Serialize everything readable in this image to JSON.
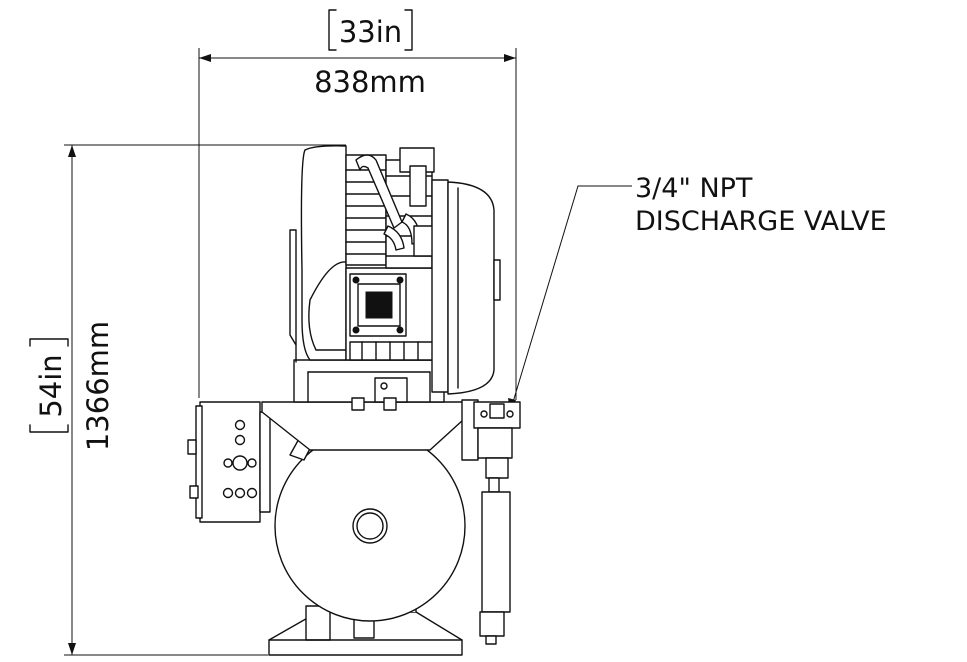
{
  "dimensions": {
    "width_in": "33in",
    "width_mm": "838mm",
    "height_in": "54in",
    "height_mm": "1366mm"
  },
  "callout": {
    "line1": "3/4\" NPT",
    "line2": "DISCHARGE VALVE"
  }
}
